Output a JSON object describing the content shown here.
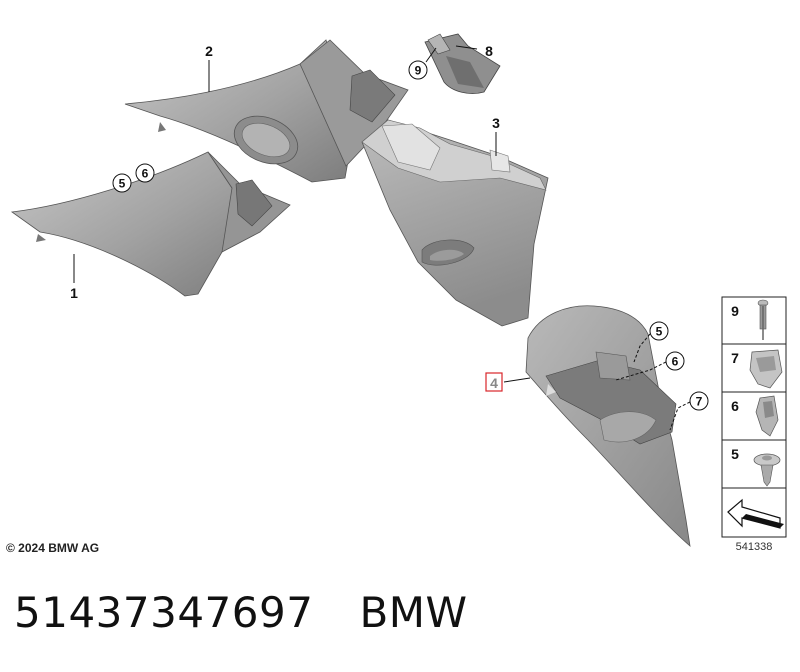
{
  "callouts": {
    "c1": "1",
    "c2": "2",
    "c3": "3",
    "c4": "4",
    "c5a": "5",
    "c6a": "6",
    "c8": "8",
    "c9": "9",
    "c5b": "5",
    "c6b": "6",
    "c7": "7"
  },
  "legend": {
    "items": [
      {
        "number": "9",
        "icon": "rivet-icon"
      },
      {
        "number": "7",
        "icon": "spring-clip-icon"
      },
      {
        "number": "6",
        "icon": "clip-icon"
      },
      {
        "number": "5",
        "icon": "push-button-clip-icon"
      }
    ],
    "footer_icon": "arrow-symbol-icon"
  },
  "copyright": "© 2024 BMW AG",
  "drawing_number": "541338",
  "caption": {
    "part_number": "51437347697",
    "brand": "BMW"
  },
  "colors": {
    "part_fill": "#a3a3a3",
    "part_light": "#c4c4c4",
    "part_dark": "#6f6f6f",
    "highlight_box": "#d9252a",
    "highlight_number": "#888888"
  }
}
